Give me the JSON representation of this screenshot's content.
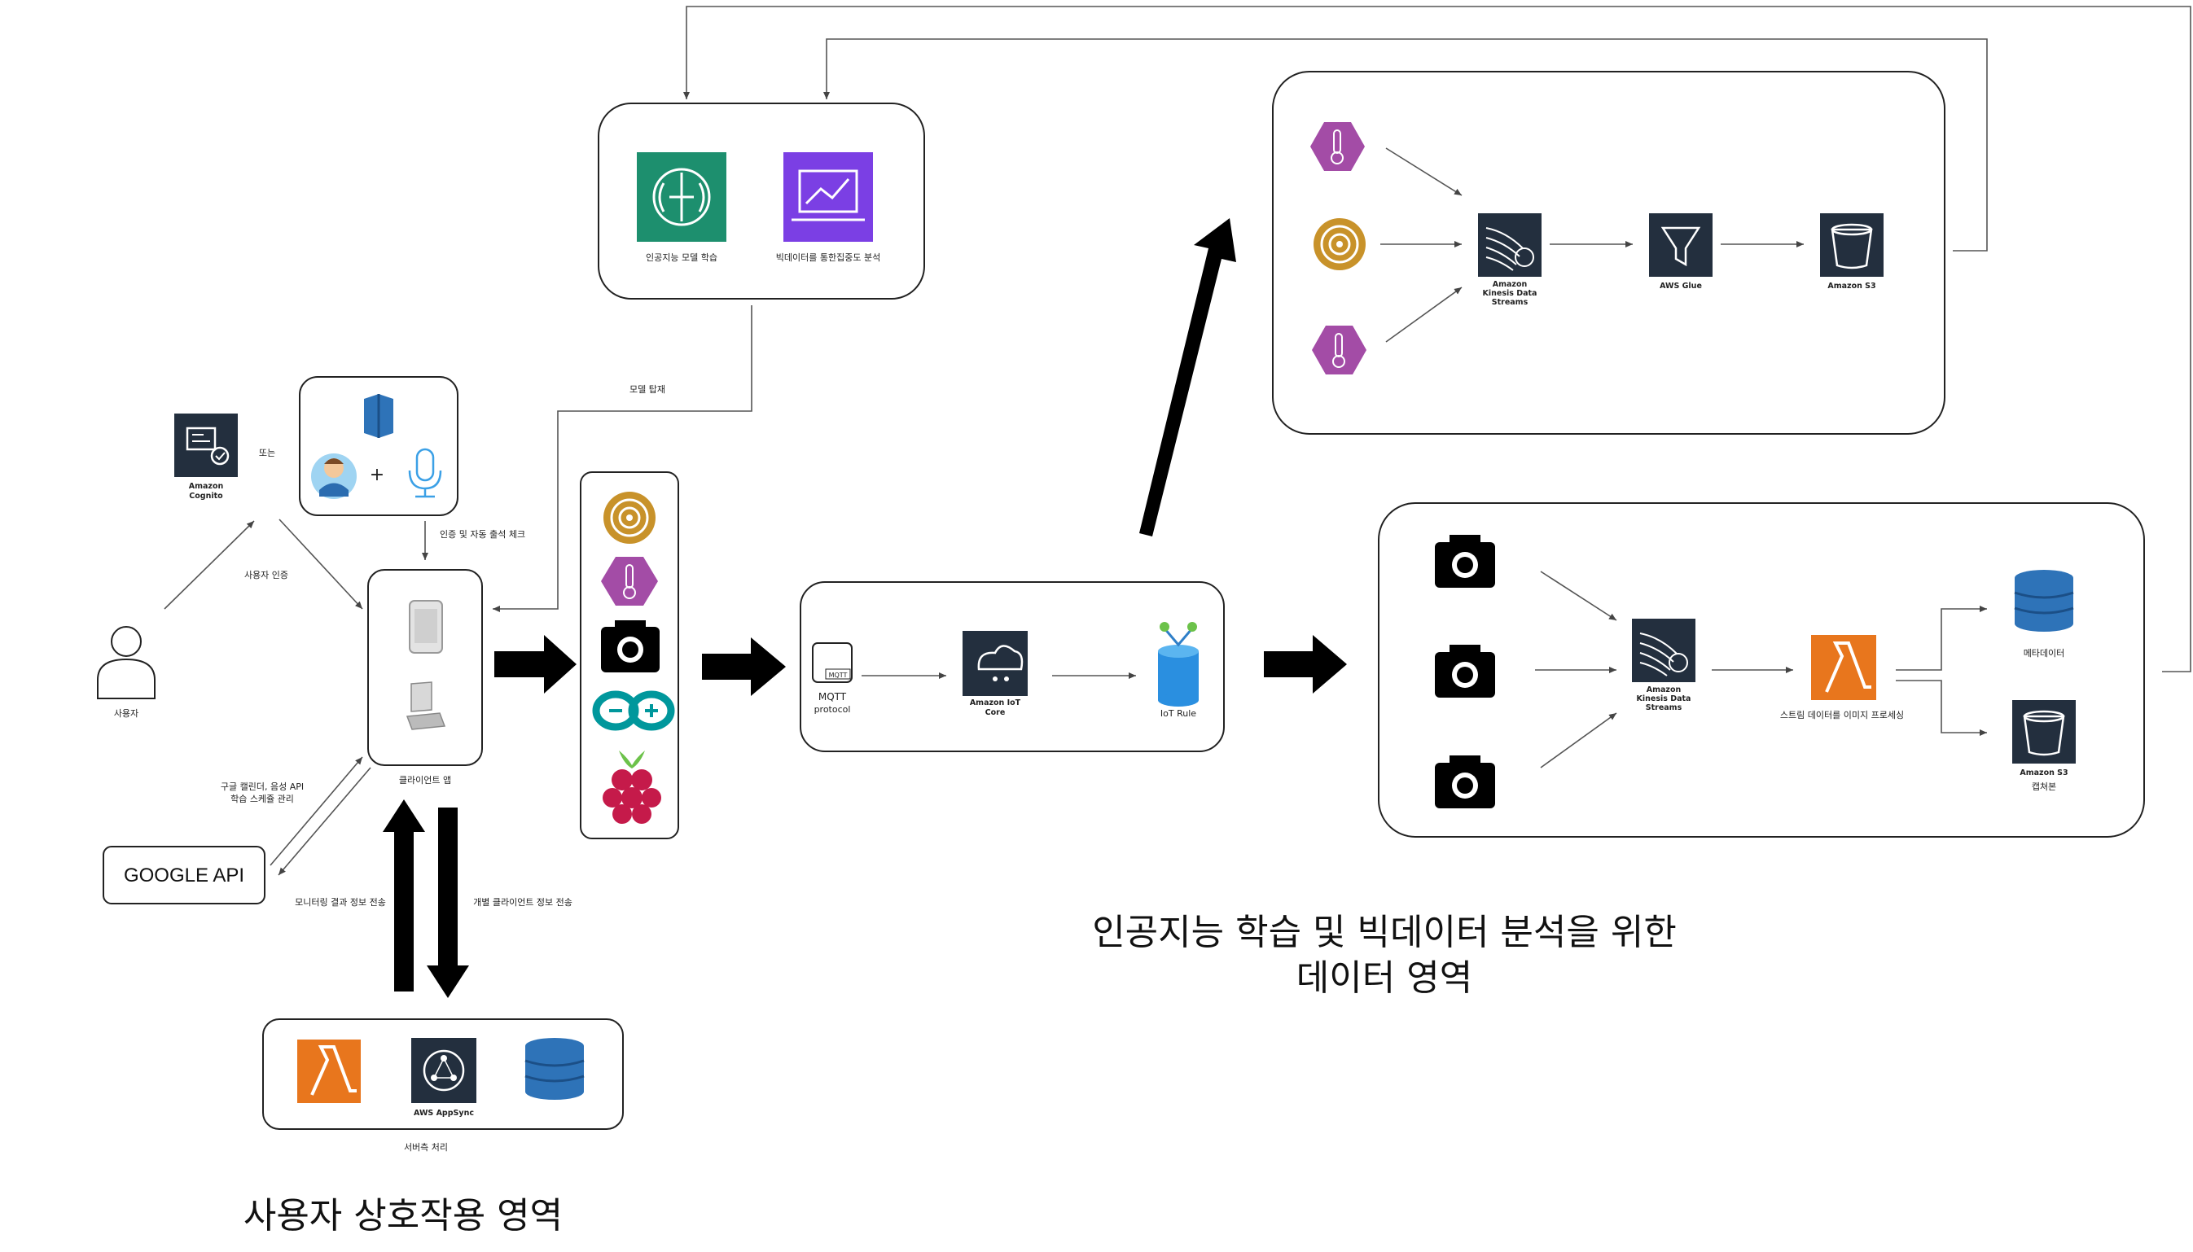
{
  "ai_box": {
    "ml_label": "인공지능 모델 학습",
    "analytics_label": "빅데이터를 통한집중도 분석",
    "model_deploy": "모델 탑재"
  },
  "user_area": {
    "cognito_label_1": "Amazon",
    "cognito_label_2": "Cognito",
    "or_label": "또는",
    "plus": "+",
    "auth_check": "인증 및 자동 출석 체크",
    "user_auth": "사용자 인증",
    "user_label": "사용자",
    "client_app": "클라이언트 앱",
    "google_note_1": "구글 캘린더, 음성 API",
    "google_note_2": "학습 스케쥴 관리",
    "google_api": "GOOGLE API",
    "monitor_send": "모니터링 결과 정보 전송",
    "client_info_send": "개별 클라이언트 정보 전송",
    "appsync_label": "AWS AppSync",
    "server_label": "서버측 처리",
    "title": "사용자 상호작용 영역"
  },
  "iot": {
    "mqtt_icon_text": "MQTT",
    "mqtt_label_1": "MQTT",
    "mqtt_label_2": "protocol",
    "iot_core_1": "Amazon IoT",
    "iot_core_2": "Core",
    "iot_rule": "IoT Rule"
  },
  "sensor_pipeline": {
    "kinesis_1": "Amazon",
    "kinesis_2": "Kinesis Data",
    "kinesis_3": "Streams",
    "glue": "AWS Glue",
    "s3": "Amazon S3"
  },
  "camera_pipeline": {
    "kinesis_1": "Amazon",
    "kinesis_2": "Kinesis Data",
    "kinesis_3": "Streams",
    "lambda_label": "스트림 데이터를 이미지 프로세싱",
    "metadata": "메타데이터",
    "s3": "Amazon S3",
    "capture": "캡쳐본"
  },
  "data_area_title_1": "인공지능 학습 및 빅데이터 분석을 위한",
  "data_area_title_2": "데이터 영역",
  "colors": {
    "sagemaker": "#1d8f6e",
    "analytics": "#7b3fe4",
    "aws_dark": "#232f3e",
    "lambda": "#e8761d",
    "dynamodb": "#2e73b8",
    "iot_sensor": "#a34ca6",
    "iot_gold": "#c8922a",
    "arduino": "#00979c",
    "raspberry": "#c51a4a"
  }
}
